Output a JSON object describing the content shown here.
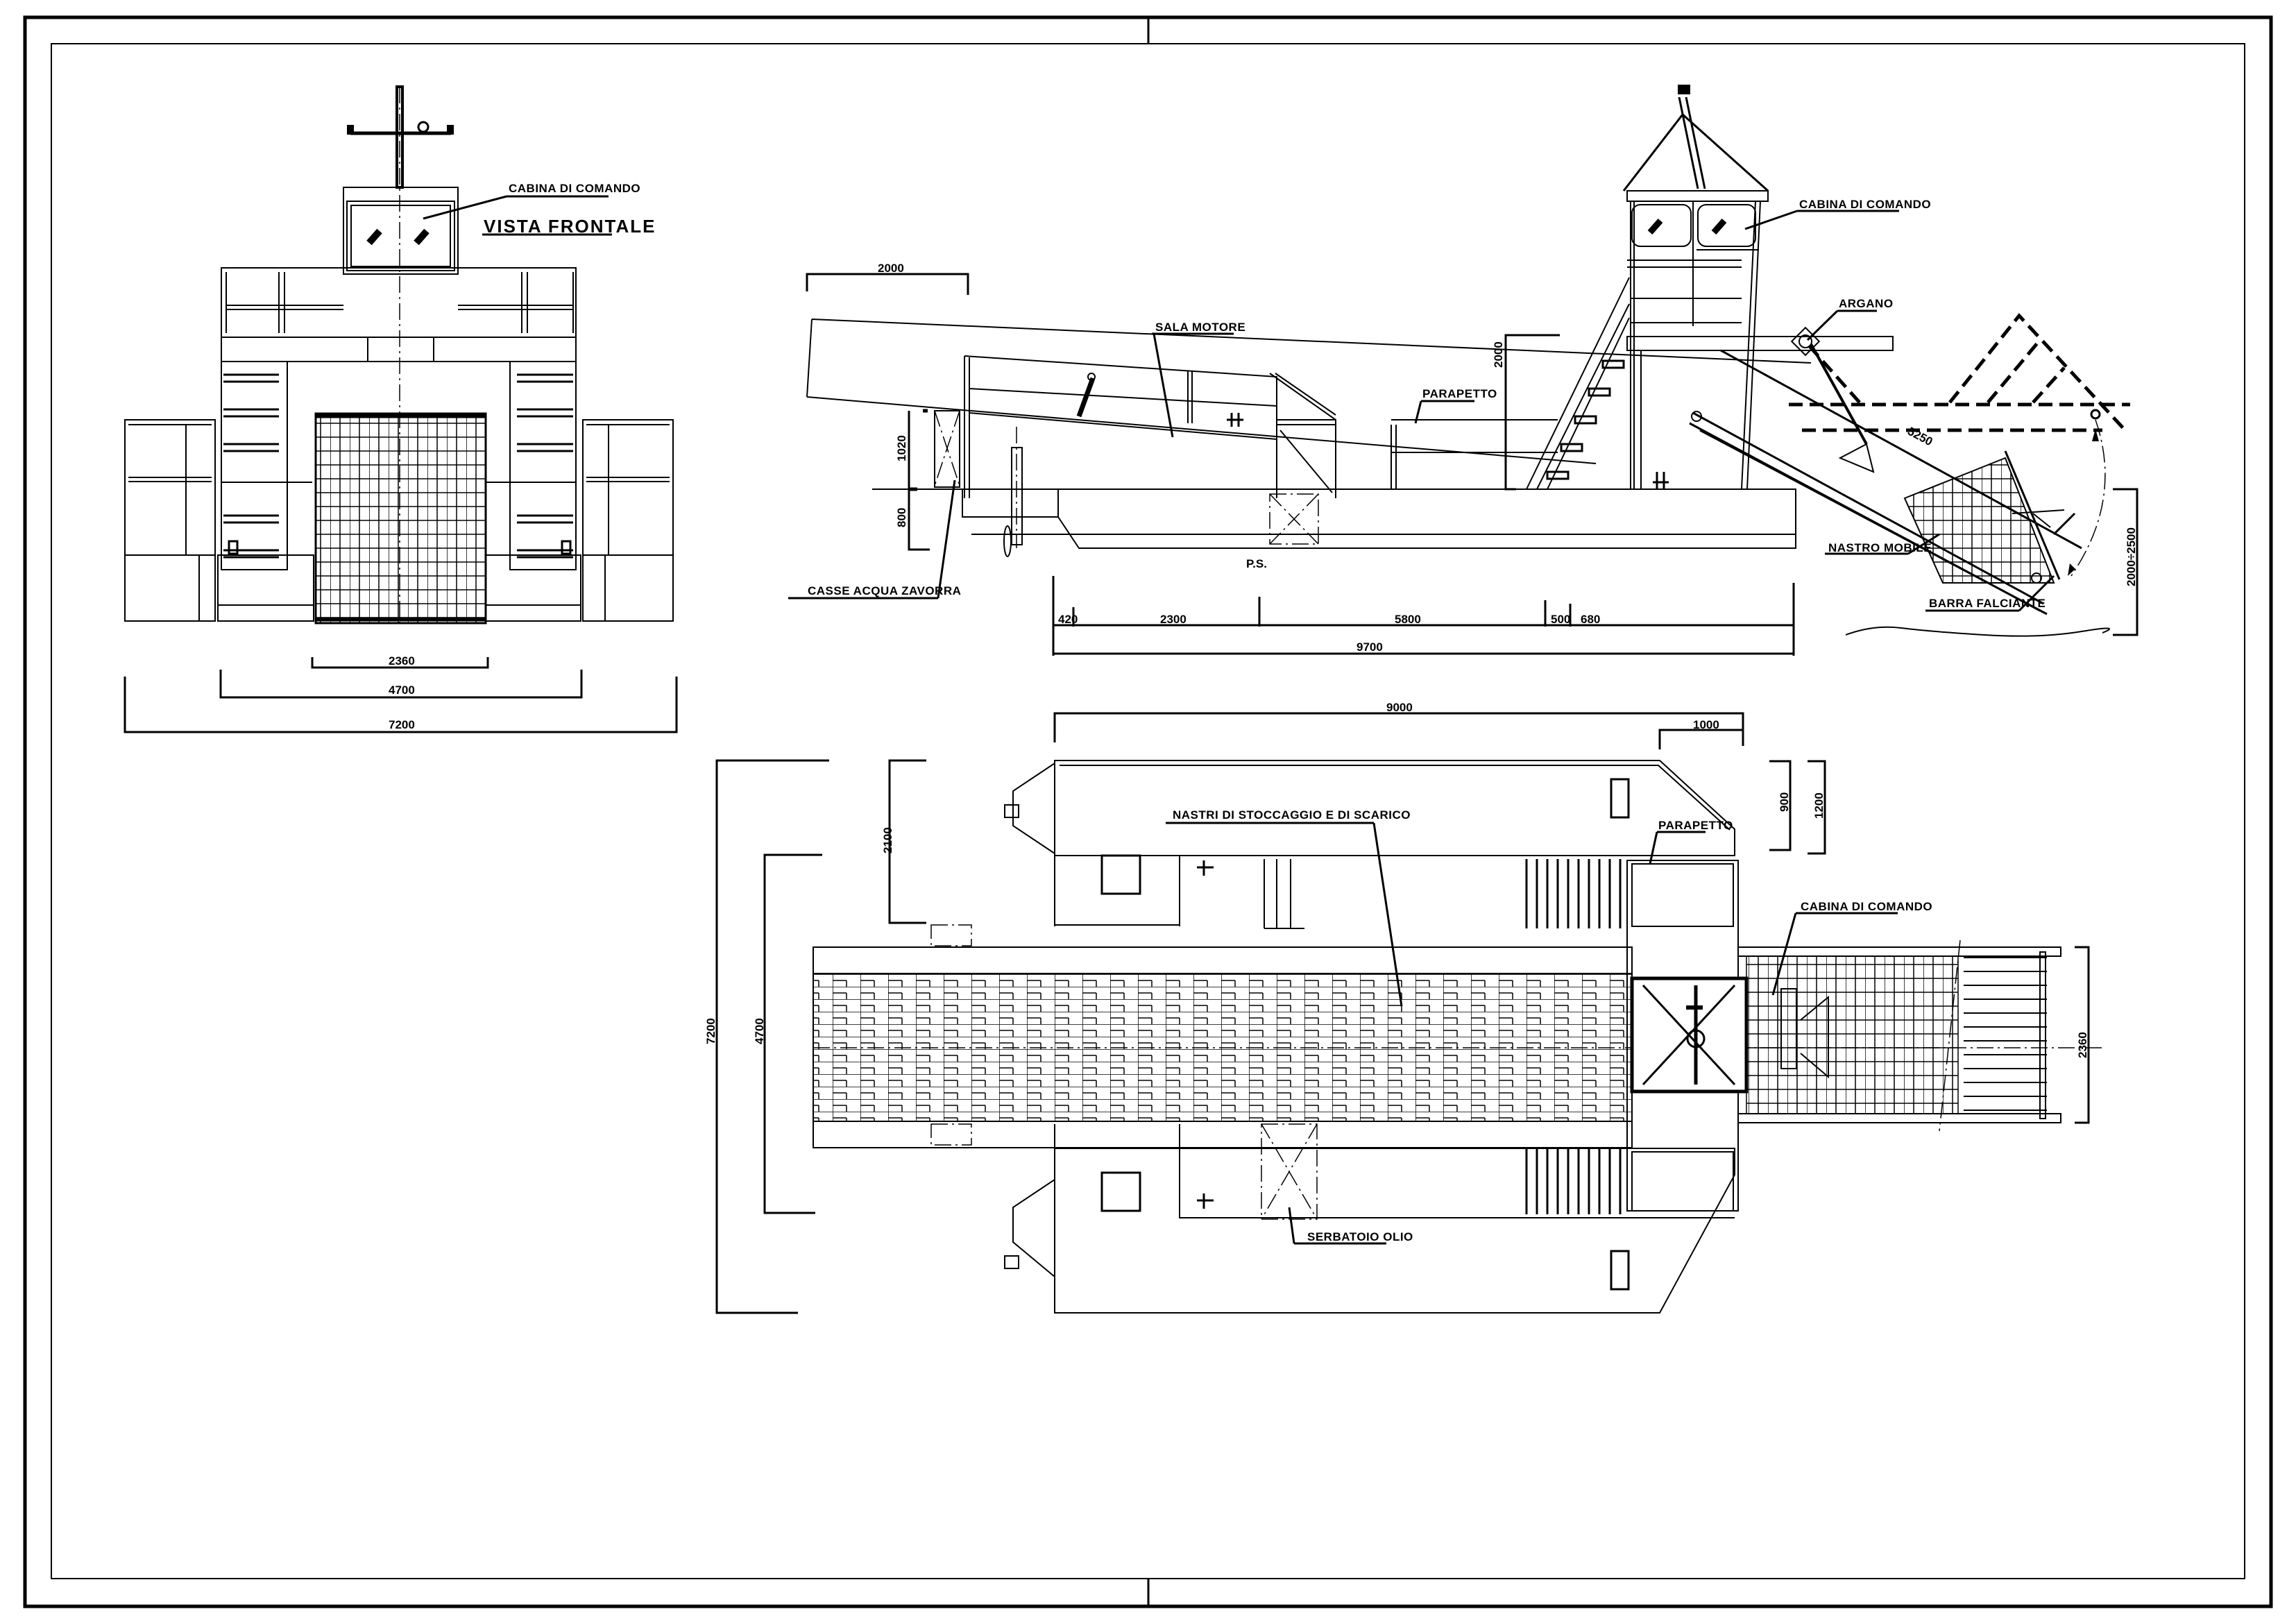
{
  "drawing": {
    "views": {
      "front": {
        "title": "VISTA FRONTALE",
        "labels": {
          "cabin": "CABINA DI COMANDO"
        },
        "dimensions": {
          "conveyor_width": "2360",
          "hull_width": "4700",
          "overall_width": "7200"
        }
      },
      "side": {
        "labels": {
          "engine_room": "SALA MOTORE",
          "railing": "PARAPETTO",
          "cabin": "CABINA DI COMANDO",
          "winch": "ARGANO",
          "ballast_tanks": "CASSE ACQUA ZAVORRA",
          "moving_belt": "NASTRO MOBILE",
          "cutter_bar": "BARRA FALCIANTE",
          "ps": "P.S."
        },
        "dimensions": {
          "top_left": "2000",
          "tank_height": "1020",
          "draft": "800",
          "railing_height": "2000",
          "belt_length": "5250",
          "cut_depth": "2000÷2500",
          "seg_1": "420",
          "seg_2": "2300",
          "seg_3": "5800",
          "seg_4": "500",
          "seg_5": "680",
          "overall_length": "9700"
        }
      },
      "plan": {
        "labels": {
          "storage_belts": "NASTRI DI STOCCAGGIO E DI SCARICO",
          "railing": "PARAPETTO",
          "cabin": "CABINA DI COMANDO",
          "oil_tank": "SERBATOIO OLIO"
        },
        "dimensions": {
          "length": "9000",
          "bow": "1000",
          "bow_side": "900",
          "bow_side_total": "1200",
          "float_width": "2100",
          "hull_width": "4700",
          "overall_width": "7200",
          "conveyor_width": "2360"
        }
      }
    }
  }
}
